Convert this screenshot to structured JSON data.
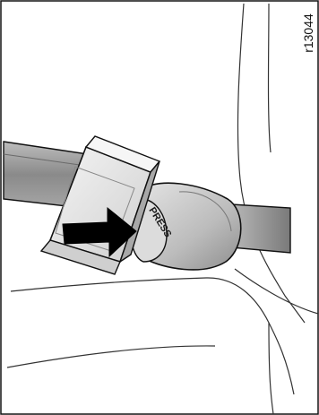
{
  "figure": {
    "code": "r13044",
    "button_text": "PRESS",
    "action_arrow_direction": "right",
    "colors": {
      "outline": "#111111",
      "belt_fill": "#9a9a9a",
      "buckle_fill": "#c4c4c4",
      "tongue_fill": "#e4e4e4",
      "arrow_fill": "#000000"
    }
  }
}
